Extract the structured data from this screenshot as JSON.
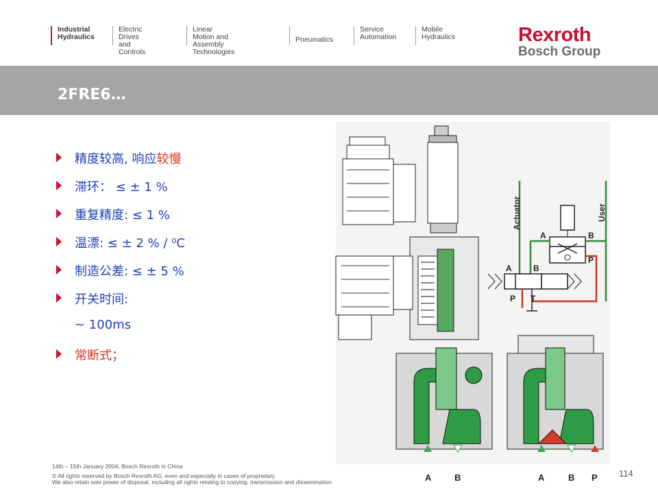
{
  "nav": [
    {
      "label": "Industrial\nHydraulics"
    },
    {
      "label": "Electric Drives\nand Controls"
    },
    {
      "label": "Linear Motion and\nAssembly Technologies"
    },
    {
      "label": "Pneumatics"
    },
    {
      "label": "Service\nAutomation"
    },
    {
      "label": "Mobile\nHydraulics"
    }
  ],
  "logo": {
    "brand": "Rexroth",
    "group": "Bosch Group"
  },
  "slide": {
    "title": "2FRE6…"
  },
  "bullets": [
    {
      "text": "精度较高, 响应",
      "highlight": "较慢"
    },
    {
      "text": "滞环：  ≤ ± 1 %"
    },
    {
      "text": "重复精度: ≤ 1 %"
    },
    {
      "text": "温漂: ≤  ± 2 % / ⁰C"
    },
    {
      "text": "制造公差: ≤ ± 5 %"
    },
    {
      "text": "开关时间:"
    },
    {
      "text": "~ 100ms",
      "nomark": true
    },
    {
      "text": "",
      "highlight": "常断式；"
    }
  ],
  "diagram": {
    "actuator": "Actuator",
    "user": "User",
    "port_a": "A",
    "port_b": "B",
    "port_p": "P",
    "port_t": "T",
    "bottom_a1": "A",
    "bottom_b1": "B",
    "bottom_a2": "A",
    "bottom_b2": "B",
    "bottom_p2": "P",
    "sym_a": "A",
    "sym_b": "B",
    "sym_p": "P"
  },
  "footer": {
    "line1": "14th – 15th January 2004, Bosch Rexroth in China",
    "line2": "© All rights reserved by Bosch Rexroth AG, even and especially in cases of proprietary",
    "line3": "We also retain sole power of disposal, including all rights relating to copying, transmission and dissemination."
  },
  "page_number": "114",
  "colors": {
    "accent_red": "#c8102e",
    "title_bar": "#a5a5a5",
    "bullet_text": "#1f3fbf",
    "highlight": "#e0301e"
  }
}
